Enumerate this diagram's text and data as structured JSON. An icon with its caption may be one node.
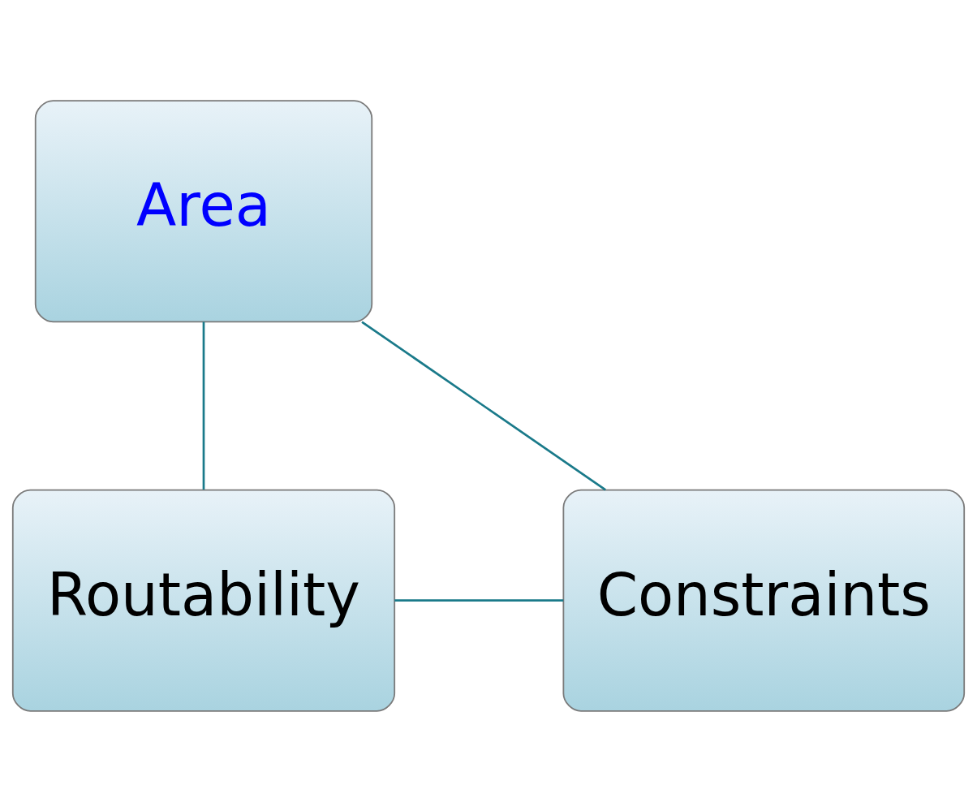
{
  "diagram": {
    "nodes": [
      {
        "text": [
          "Area"
        ]
      },
      {
        "text": [
          "Constraints"
        ]
      },
      {
        "text": [
          "Routability"
        ]
      }
    ],
    "edges": [
      {
        "from": 0,
        "to": 2,
        "arrow": "none"
      },
      {
        "from": 2,
        "to": 1,
        "arrow": "none"
      },
      {
        "from": 1,
        "to": 0,
        "arrow": "none"
      }
    ]
  }
}
